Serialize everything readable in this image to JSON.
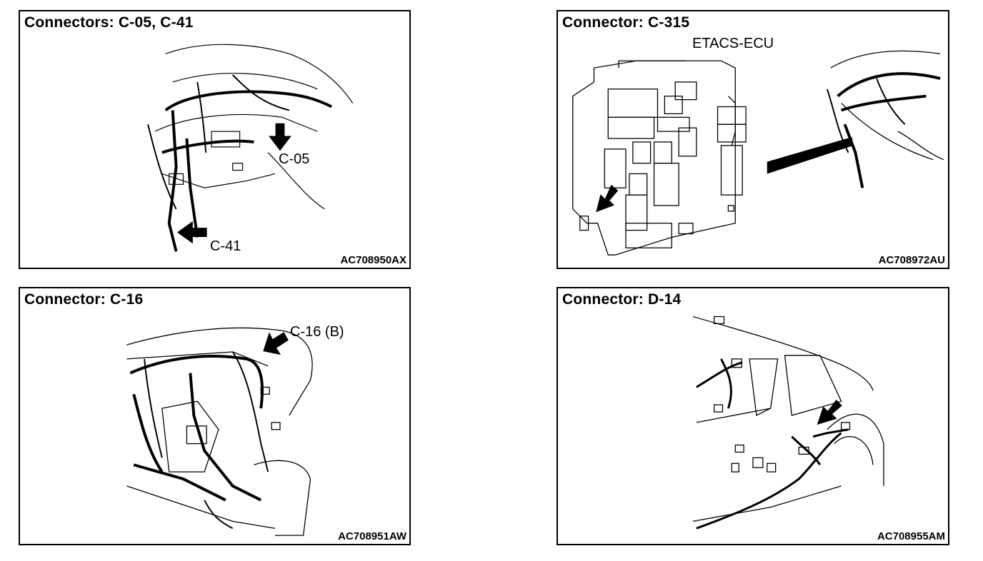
{
  "panels": [
    {
      "title": "Connectors: C-05, C-41",
      "code": "AC708950AX",
      "callouts": [
        "C-05",
        "C-41"
      ]
    },
    {
      "title": "Connector: C-315",
      "code": "AC708972AU",
      "callouts": [
        "ETACS-ECU"
      ]
    },
    {
      "title": "Connector: C-16",
      "code": "AC708951AW",
      "callouts": [
        "C-16 (B)"
      ]
    },
    {
      "title": "Connector: D-14",
      "code": "AC708955AM",
      "callouts": []
    }
  ]
}
